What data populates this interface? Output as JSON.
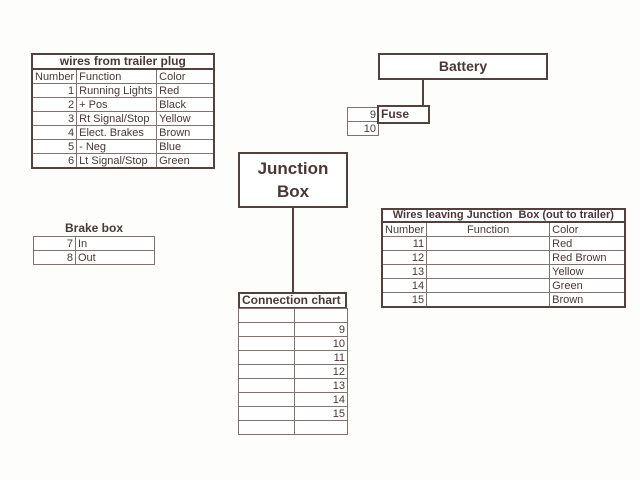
{
  "colors": {
    "ink": "#4a3836",
    "dark": "#53413e",
    "thin": "#84706d",
    "paper": "#fdfdfc"
  },
  "trailer_plug_table": {
    "title": "wires from trailer plug",
    "headers": [
      "Number",
      "Function",
      "Color"
    ],
    "rows": [
      {
        "number": "1",
        "function": "Running Lights",
        "color": "Red"
      },
      {
        "number": "2",
        "function": "+ Pos",
        "color": "Black"
      },
      {
        "number": "3",
        "function": "Rt Signal/Stop",
        "color": "Yellow"
      },
      {
        "number": "4",
        "function": "Elect. Brakes",
        "color": "Brown"
      },
      {
        "number": "5",
        "function": "- Neg",
        "color": "Blue"
      },
      {
        "number": "6",
        "function": "Lt Signal/Stop",
        "color": "Green"
      }
    ]
  },
  "battery": {
    "label": "Battery"
  },
  "fuse": {
    "label": "Fuse",
    "numbers": [
      "9",
      "10"
    ]
  },
  "junction_box": {
    "line1": "Junction",
    "line2": "Box"
  },
  "brake_box": {
    "title": "Brake box",
    "rows": [
      {
        "number": "7",
        "label": "In"
      },
      {
        "number": "8",
        "label": "Out"
      }
    ]
  },
  "connection_chart": {
    "title": "Connection chart",
    "rows": [
      "",
      "9",
      "10",
      "11",
      "12",
      "13",
      "14",
      "15",
      ""
    ]
  },
  "junction_out_table": {
    "title": "Wires leaving Junction  Box (out to trailer)",
    "headers": [
      "Number",
      "Function",
      "Color"
    ],
    "rows": [
      {
        "number": "11",
        "function": "",
        "color": "Red"
      },
      {
        "number": "12",
        "function": "",
        "color": "Red Brown"
      },
      {
        "number": "13",
        "function": "",
        "color": "Yellow"
      },
      {
        "number": "14",
        "function": "",
        "color": "Green"
      },
      {
        "number": "15",
        "function": "",
        "color": "Brown"
      }
    ]
  }
}
